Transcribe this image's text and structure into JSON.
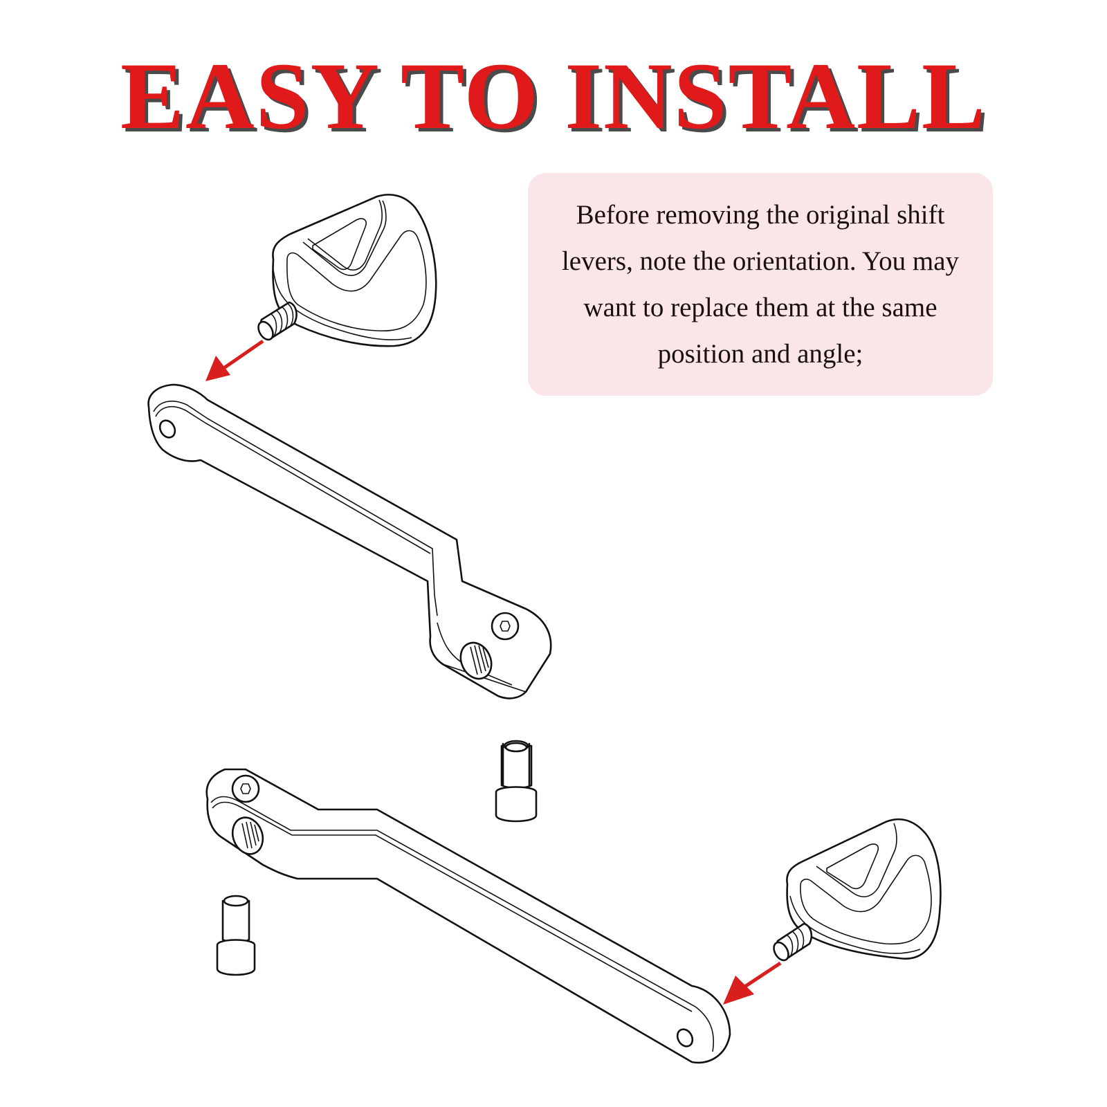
{
  "title": "EASY TO INSTALL",
  "note": {
    "text": "Before removing the original shift levers, note the orientation. You may want to replace them at the same position and angle;"
  },
  "colors": {
    "title": "#e01a1a",
    "title_shadow": "#4a4a4a",
    "note_background": "#fae6e8",
    "arrow": "#d91e1e"
  },
  "diagram": {
    "parts": [
      "shift-pedal-upper",
      "shift-lever-upper",
      "bolt-center",
      "shift-lever-lower",
      "bolt-left",
      "shift-pedal-lower"
    ],
    "arrows": [
      "arrow-upper-pedal-to-lever",
      "arrow-lower-pedal-to-lever"
    ]
  }
}
